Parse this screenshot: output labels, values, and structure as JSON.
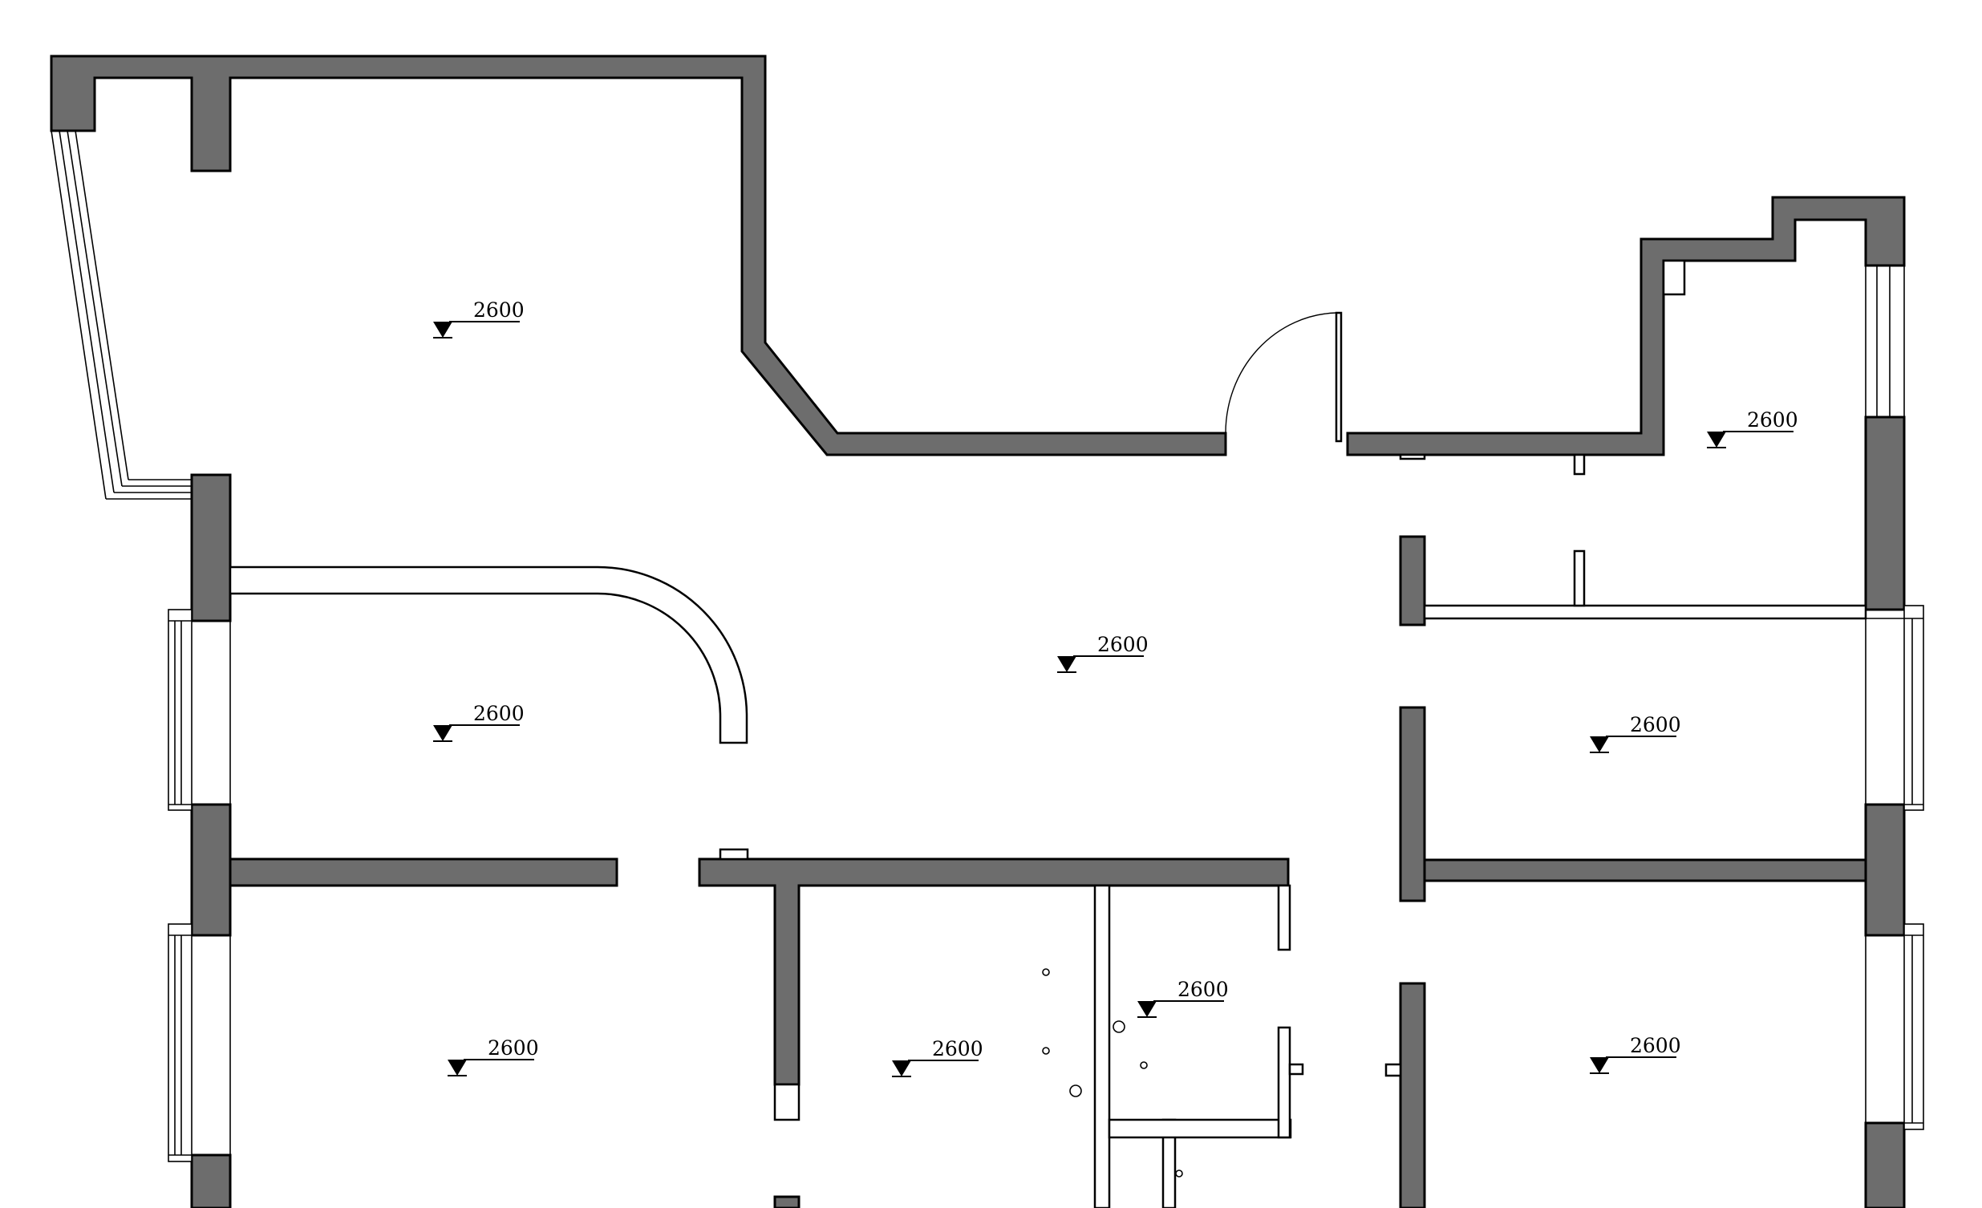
{
  "plan": {
    "colors": {
      "wall": "#6d6d6d",
      "line": "#000000",
      "background": "#ffffff"
    },
    "level_markers": [
      {
        "id": "room-top-left",
        "value": "2600"
      },
      {
        "id": "room-top-right",
        "value": "2600"
      },
      {
        "id": "corridor-center",
        "value": "2600"
      },
      {
        "id": "room-mid-left",
        "value": "2600"
      },
      {
        "id": "room-mid-right",
        "value": "2600"
      },
      {
        "id": "room-bottom-right",
        "value": "2600"
      },
      {
        "id": "room-bottom-left",
        "value": "2600"
      },
      {
        "id": "room-bottom-middle",
        "value": "2600"
      },
      {
        "id": "bathroom",
        "value": "2600"
      }
    ]
  }
}
